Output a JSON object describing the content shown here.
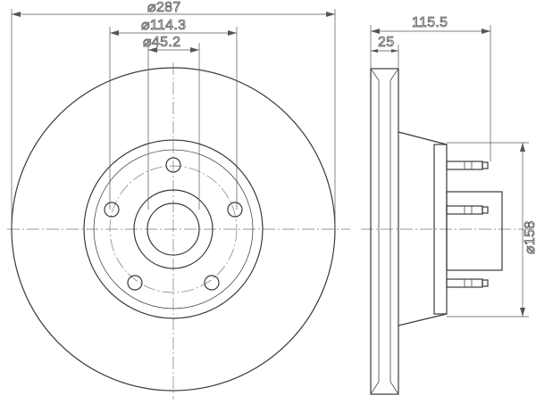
{
  "dimensions": {
    "outer_diameter": "⌀287",
    "bolt_circle": "⌀114.3",
    "center_bore": "⌀45.2",
    "total_height": "115.5",
    "disc_thickness": "25",
    "hub_diameter": "⌀158"
  },
  "colors": {
    "line": "#3a3a3a",
    "background": "#ffffff"
  }
}
